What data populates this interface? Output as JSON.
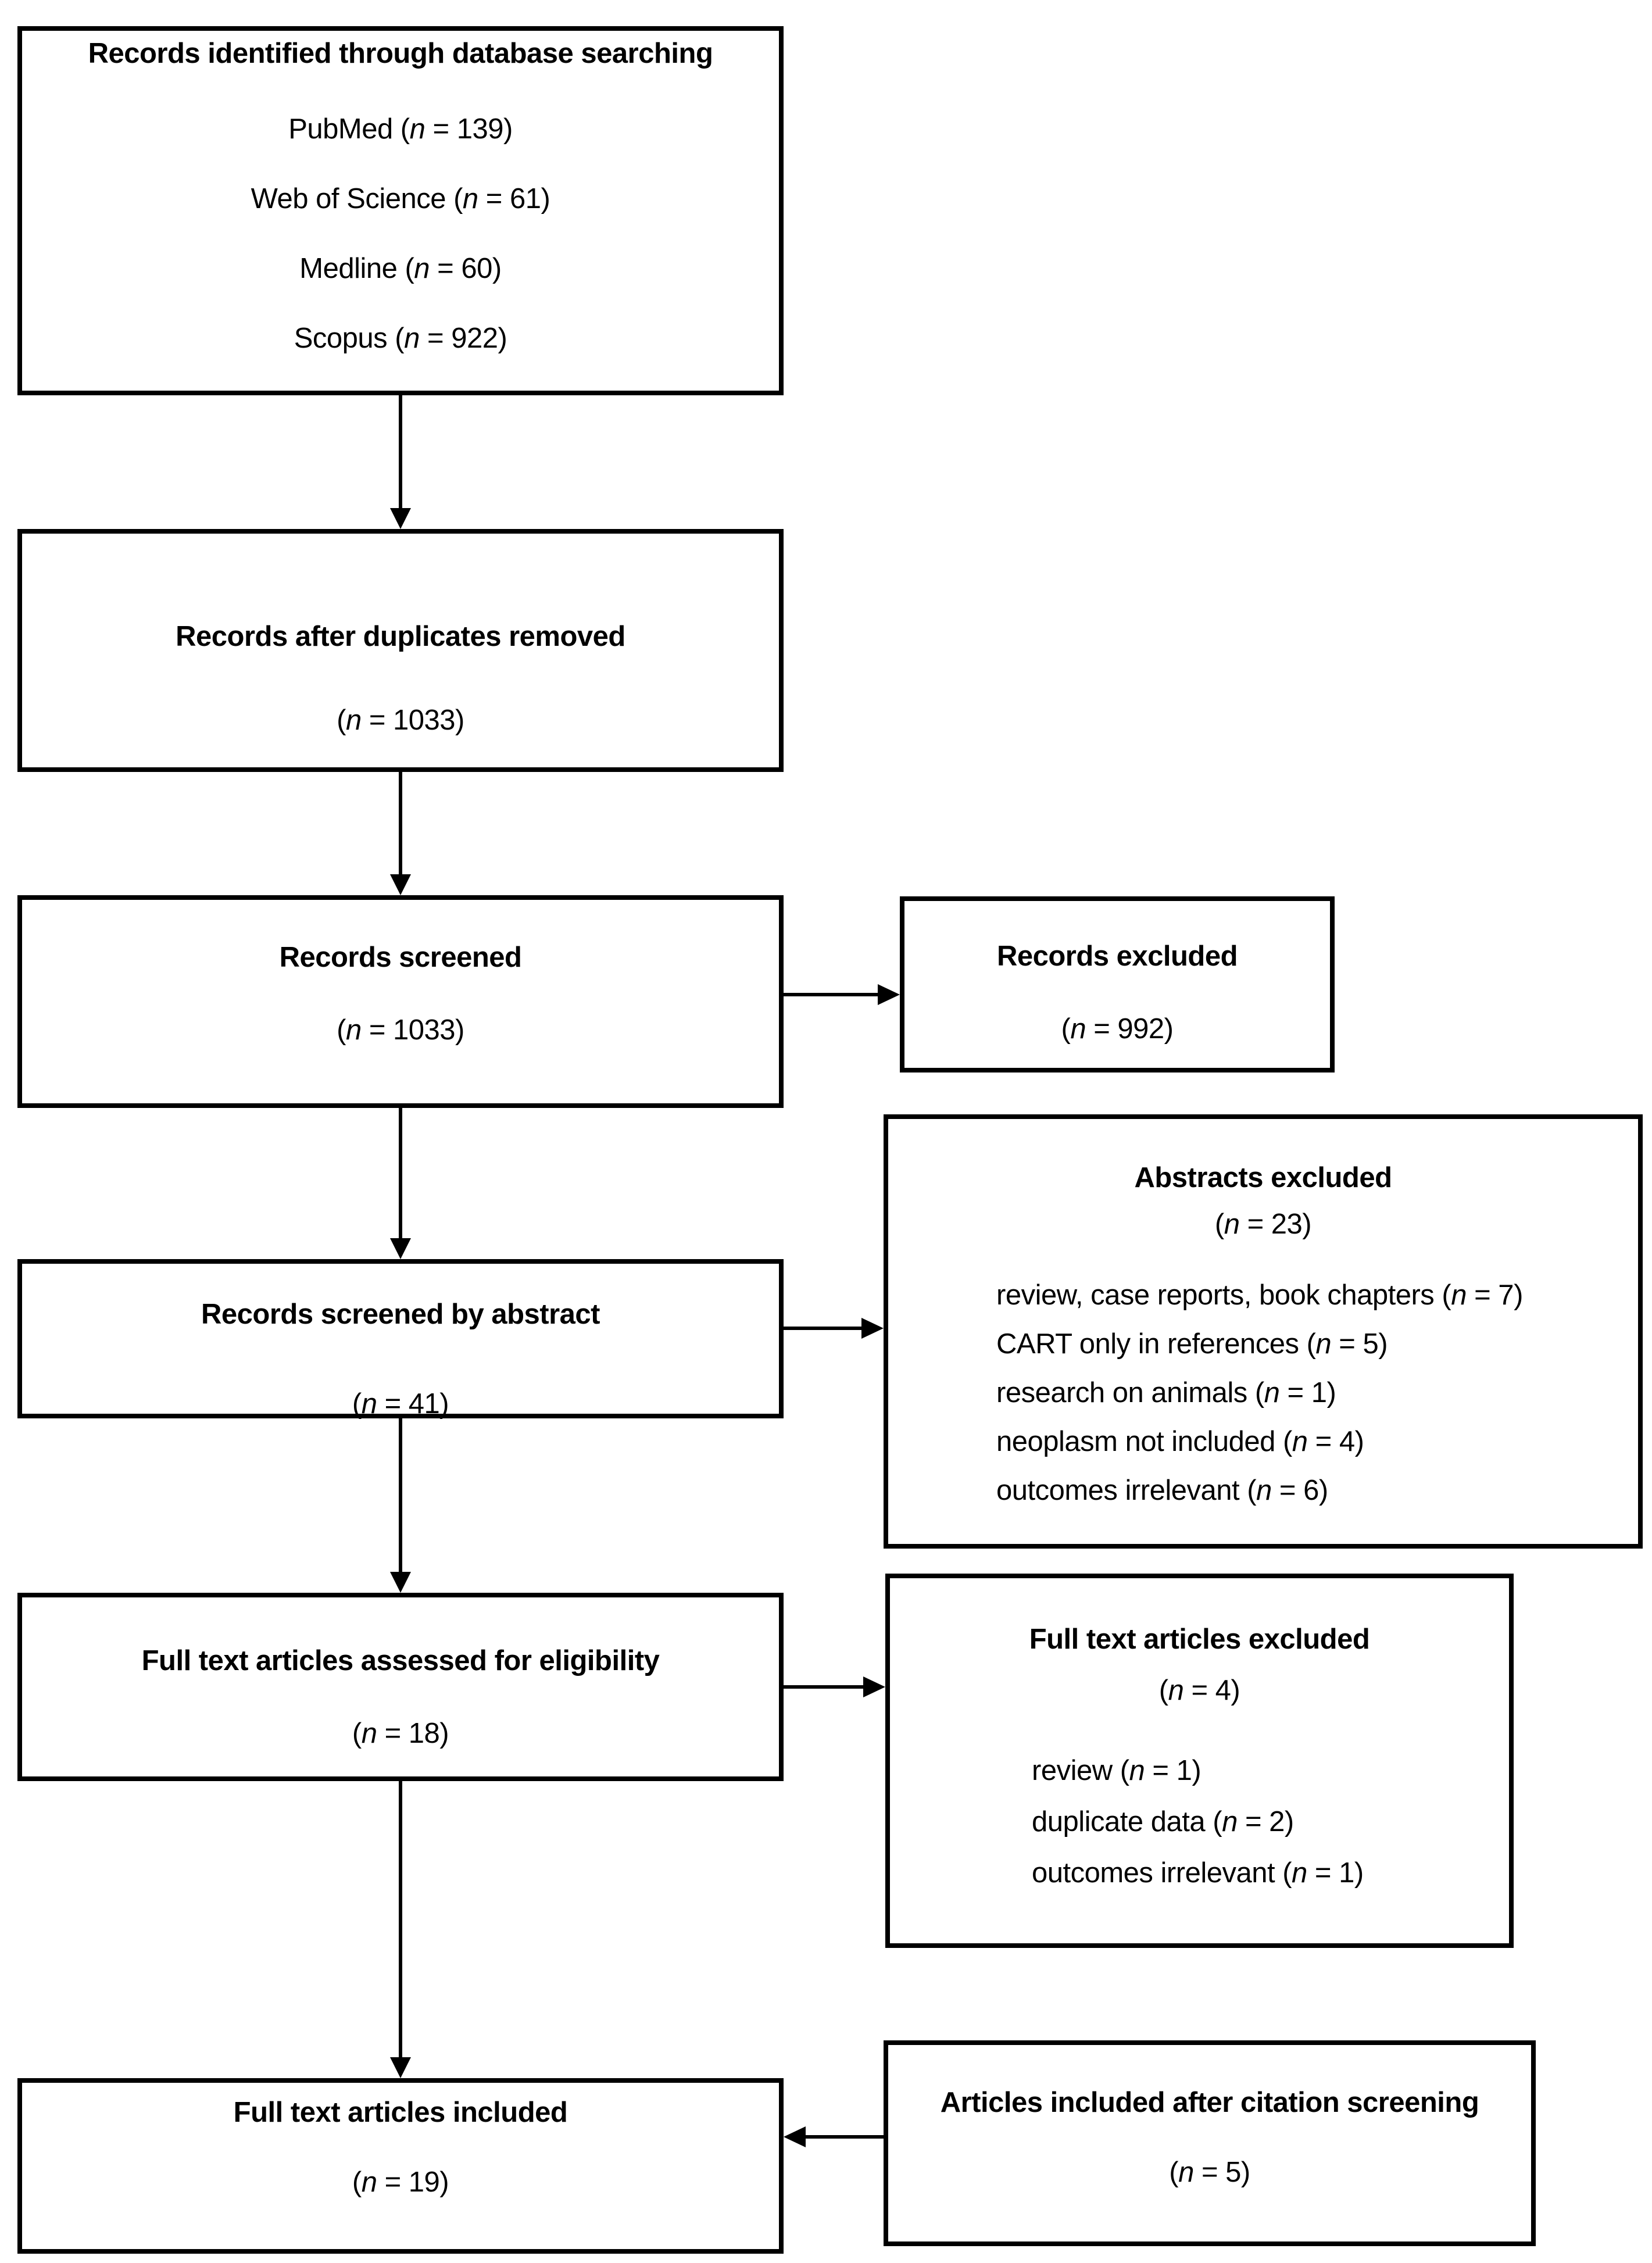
{
  "figure": {
    "kind": "prisma-flow-diagram",
    "background_color": "#ffffff",
    "line_color": "#000000"
  },
  "boxes": {
    "identification": {
      "title": "Records identified through database searching",
      "sources": [
        "PubMed (n = 139)",
        "Web of Science (n = 61)",
        "Medline (n = 60)",
        "Scopus (n = 922)"
      ]
    },
    "duplicates_removed": {
      "title": "Records after duplicates removed",
      "count": "(n = 1033)"
    },
    "records_screened": {
      "title": "Records screened",
      "count": "(n = 1033)"
    },
    "records_excluded": {
      "title": "Records excluded",
      "count": "(n = 992)"
    },
    "screened_by_abstract": {
      "title": "Records screened by abstract",
      "count": "(n = 41)"
    },
    "abstracts_excluded": {
      "title": "Abstracts excluded",
      "count": "(n = 23)",
      "reasons": [
        "review, case reports, book chapters (n = 7)",
        "CART only in references (n = 5)",
        "research on animals (n = 1)",
        "neoplasm not included (n = 4)",
        "outcomes irrelevant (n = 6)"
      ]
    },
    "fulltext_assessed": {
      "title": "Full text articles assessed for eligibility",
      "count": "(n = 18)"
    },
    "fulltext_excluded": {
      "title": "Full text articles excluded",
      "count": "(n = 4)",
      "reasons": [
        "review (n = 1)",
        "duplicate data (n = 2)",
        "outcomes irrelevant (n = 1)"
      ]
    },
    "fulltext_included": {
      "title": "Full text articles included",
      "count": "(n = 19)"
    },
    "citation_included": {
      "title": "Articles included after citation screening",
      "count": "(n = 5)"
    }
  }
}
